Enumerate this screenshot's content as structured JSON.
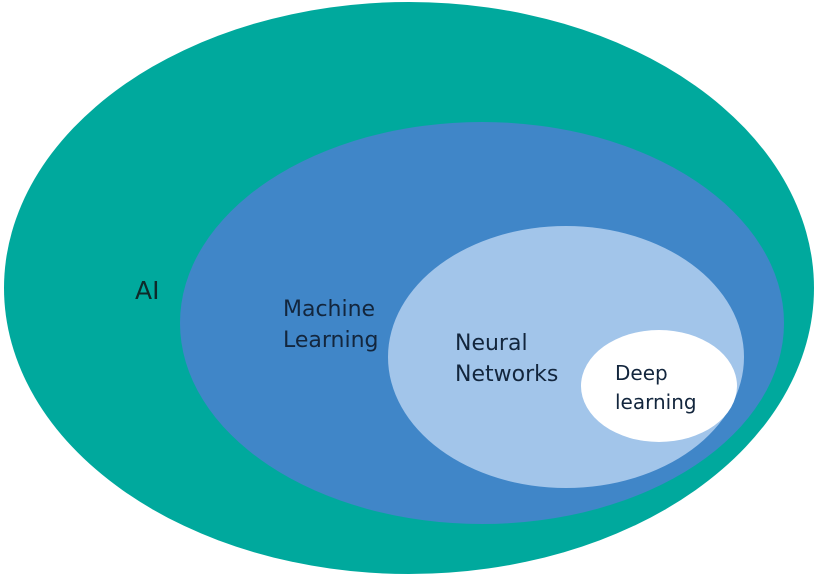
{
  "sets": [
    {
      "id": "ai",
      "label_lines": [
        "AI"
      ],
      "color": "#00a99d"
    },
    {
      "id": "machine-learning",
      "label_lines": [
        "Machine",
        "Learning"
      ],
      "color": "#4086c8"
    },
    {
      "id": "neural-networks",
      "label_lines": [
        "Neural",
        "Networks"
      ],
      "color": "#a2c5ea"
    },
    {
      "id": "deep-learning",
      "label_lines": [
        "Deep",
        "learning"
      ],
      "color": "#ffffff"
    }
  ]
}
